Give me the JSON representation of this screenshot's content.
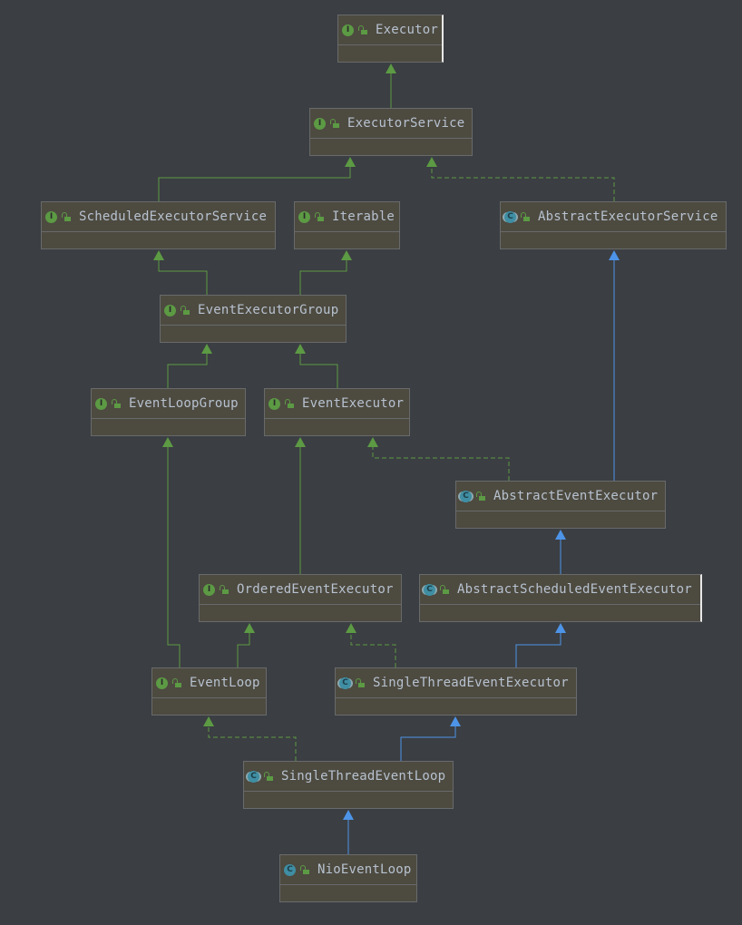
{
  "diagram": {
    "type": "uml-class-hierarchy",
    "colors": {
      "background": "#3b3e42",
      "node_fill": "#4d4a40",
      "node_border": "#686a6b",
      "interface_edge": "#5c9a44",
      "class_edge": "#4d94e8",
      "text": "#b7c2cf"
    },
    "nodes": [
      {
        "id": "Executor",
        "label": "Executor",
        "kind": "interface",
        "kind_glyph": "I",
        "visibility": "public"
      },
      {
        "id": "ExecutorService",
        "label": "ExecutorService",
        "kind": "interface",
        "kind_glyph": "I",
        "visibility": "public"
      },
      {
        "id": "ScheduledExecutorService",
        "label": "ScheduledExecutorService",
        "kind": "interface",
        "kind_glyph": "I",
        "visibility": "public"
      },
      {
        "id": "Iterable",
        "label": "Iterable",
        "kind": "interface",
        "kind_glyph": "I",
        "visibility": "public"
      },
      {
        "id": "AbstractExecutorService",
        "label": "AbstractExecutorService",
        "kind": "abstract",
        "kind_glyph": "C",
        "visibility": "public"
      },
      {
        "id": "EventExecutorGroup",
        "label": "EventExecutorGroup",
        "kind": "interface",
        "kind_glyph": "I",
        "visibility": "public"
      },
      {
        "id": "EventLoopGroup",
        "label": "EventLoopGroup",
        "kind": "interface",
        "kind_glyph": "I",
        "visibility": "public"
      },
      {
        "id": "EventExecutor",
        "label": "EventExecutor",
        "kind": "interface",
        "kind_glyph": "I",
        "visibility": "public"
      },
      {
        "id": "AbstractEventExecutor",
        "label": "AbstractEventExecutor",
        "kind": "abstract",
        "kind_glyph": "C",
        "visibility": "public"
      },
      {
        "id": "OrderedEventExecutor",
        "label": "OrderedEventExecutor",
        "kind": "interface",
        "kind_glyph": "I",
        "visibility": "public"
      },
      {
        "id": "AbstractScheduledEventExecutor",
        "label": "AbstractScheduledEventExecutor",
        "kind": "abstract",
        "kind_glyph": "C",
        "visibility": "public"
      },
      {
        "id": "EventLoop",
        "label": "EventLoop",
        "kind": "interface",
        "kind_glyph": "I",
        "visibility": "public"
      },
      {
        "id": "SingleThreadEventExecutor",
        "label": "SingleThreadEventExecutor",
        "kind": "abstract",
        "kind_glyph": "C",
        "visibility": "public"
      },
      {
        "id": "SingleThreadEventLoop",
        "label": "SingleThreadEventLoop",
        "kind": "abstract",
        "kind_glyph": "C",
        "visibility": "public"
      },
      {
        "id": "NioEventLoop",
        "label": "NioEventLoop",
        "kind": "class",
        "kind_glyph": "C",
        "visibility": "public"
      }
    ],
    "edges": [
      {
        "from": "ExecutorService",
        "to": "Executor",
        "relation": "extends-interface",
        "style": "solid-green"
      },
      {
        "from": "ScheduledExecutorService",
        "to": "ExecutorService",
        "relation": "extends-interface",
        "style": "solid-green"
      },
      {
        "from": "AbstractExecutorService",
        "to": "ExecutorService",
        "relation": "implements",
        "style": "dashed-green"
      },
      {
        "from": "EventExecutorGroup",
        "to": "ScheduledExecutorService",
        "relation": "extends-interface",
        "style": "solid-green"
      },
      {
        "from": "EventExecutorGroup",
        "to": "Iterable",
        "relation": "extends-interface",
        "style": "solid-green"
      },
      {
        "from": "EventLoopGroup",
        "to": "EventExecutorGroup",
        "relation": "extends-interface",
        "style": "solid-green"
      },
      {
        "from": "EventExecutor",
        "to": "EventExecutorGroup",
        "relation": "extends-interface",
        "style": "solid-green"
      },
      {
        "from": "AbstractEventExecutor",
        "to": "EventExecutor",
        "relation": "implements",
        "style": "dashed-green"
      },
      {
        "from": "AbstractEventExecutor",
        "to": "AbstractExecutorService",
        "relation": "extends-class",
        "style": "solid-blue"
      },
      {
        "from": "OrderedEventExecutor",
        "to": "EventExecutor",
        "relation": "extends-interface",
        "style": "solid-green"
      },
      {
        "from": "AbstractScheduledEventExecutor",
        "to": "AbstractEventExecutor",
        "relation": "extends-class",
        "style": "solid-blue"
      },
      {
        "from": "EventLoop",
        "to": "EventLoopGroup",
        "relation": "extends-interface",
        "style": "solid-green"
      },
      {
        "from": "EventLoop",
        "to": "OrderedEventExecutor",
        "relation": "extends-interface",
        "style": "solid-green"
      },
      {
        "from": "SingleThreadEventExecutor",
        "to": "OrderedEventExecutor",
        "relation": "implements",
        "style": "dashed-green"
      },
      {
        "from": "SingleThreadEventExecutor",
        "to": "AbstractScheduledEventExecutor",
        "relation": "extends-class",
        "style": "solid-blue"
      },
      {
        "from": "SingleThreadEventLoop",
        "to": "EventLoop",
        "relation": "implements",
        "style": "dashed-green"
      },
      {
        "from": "SingleThreadEventLoop",
        "to": "SingleThreadEventExecutor",
        "relation": "extends-class",
        "style": "solid-blue"
      },
      {
        "from": "NioEventLoop",
        "to": "SingleThreadEventLoop",
        "relation": "extends-class",
        "style": "solid-blue"
      }
    ]
  }
}
